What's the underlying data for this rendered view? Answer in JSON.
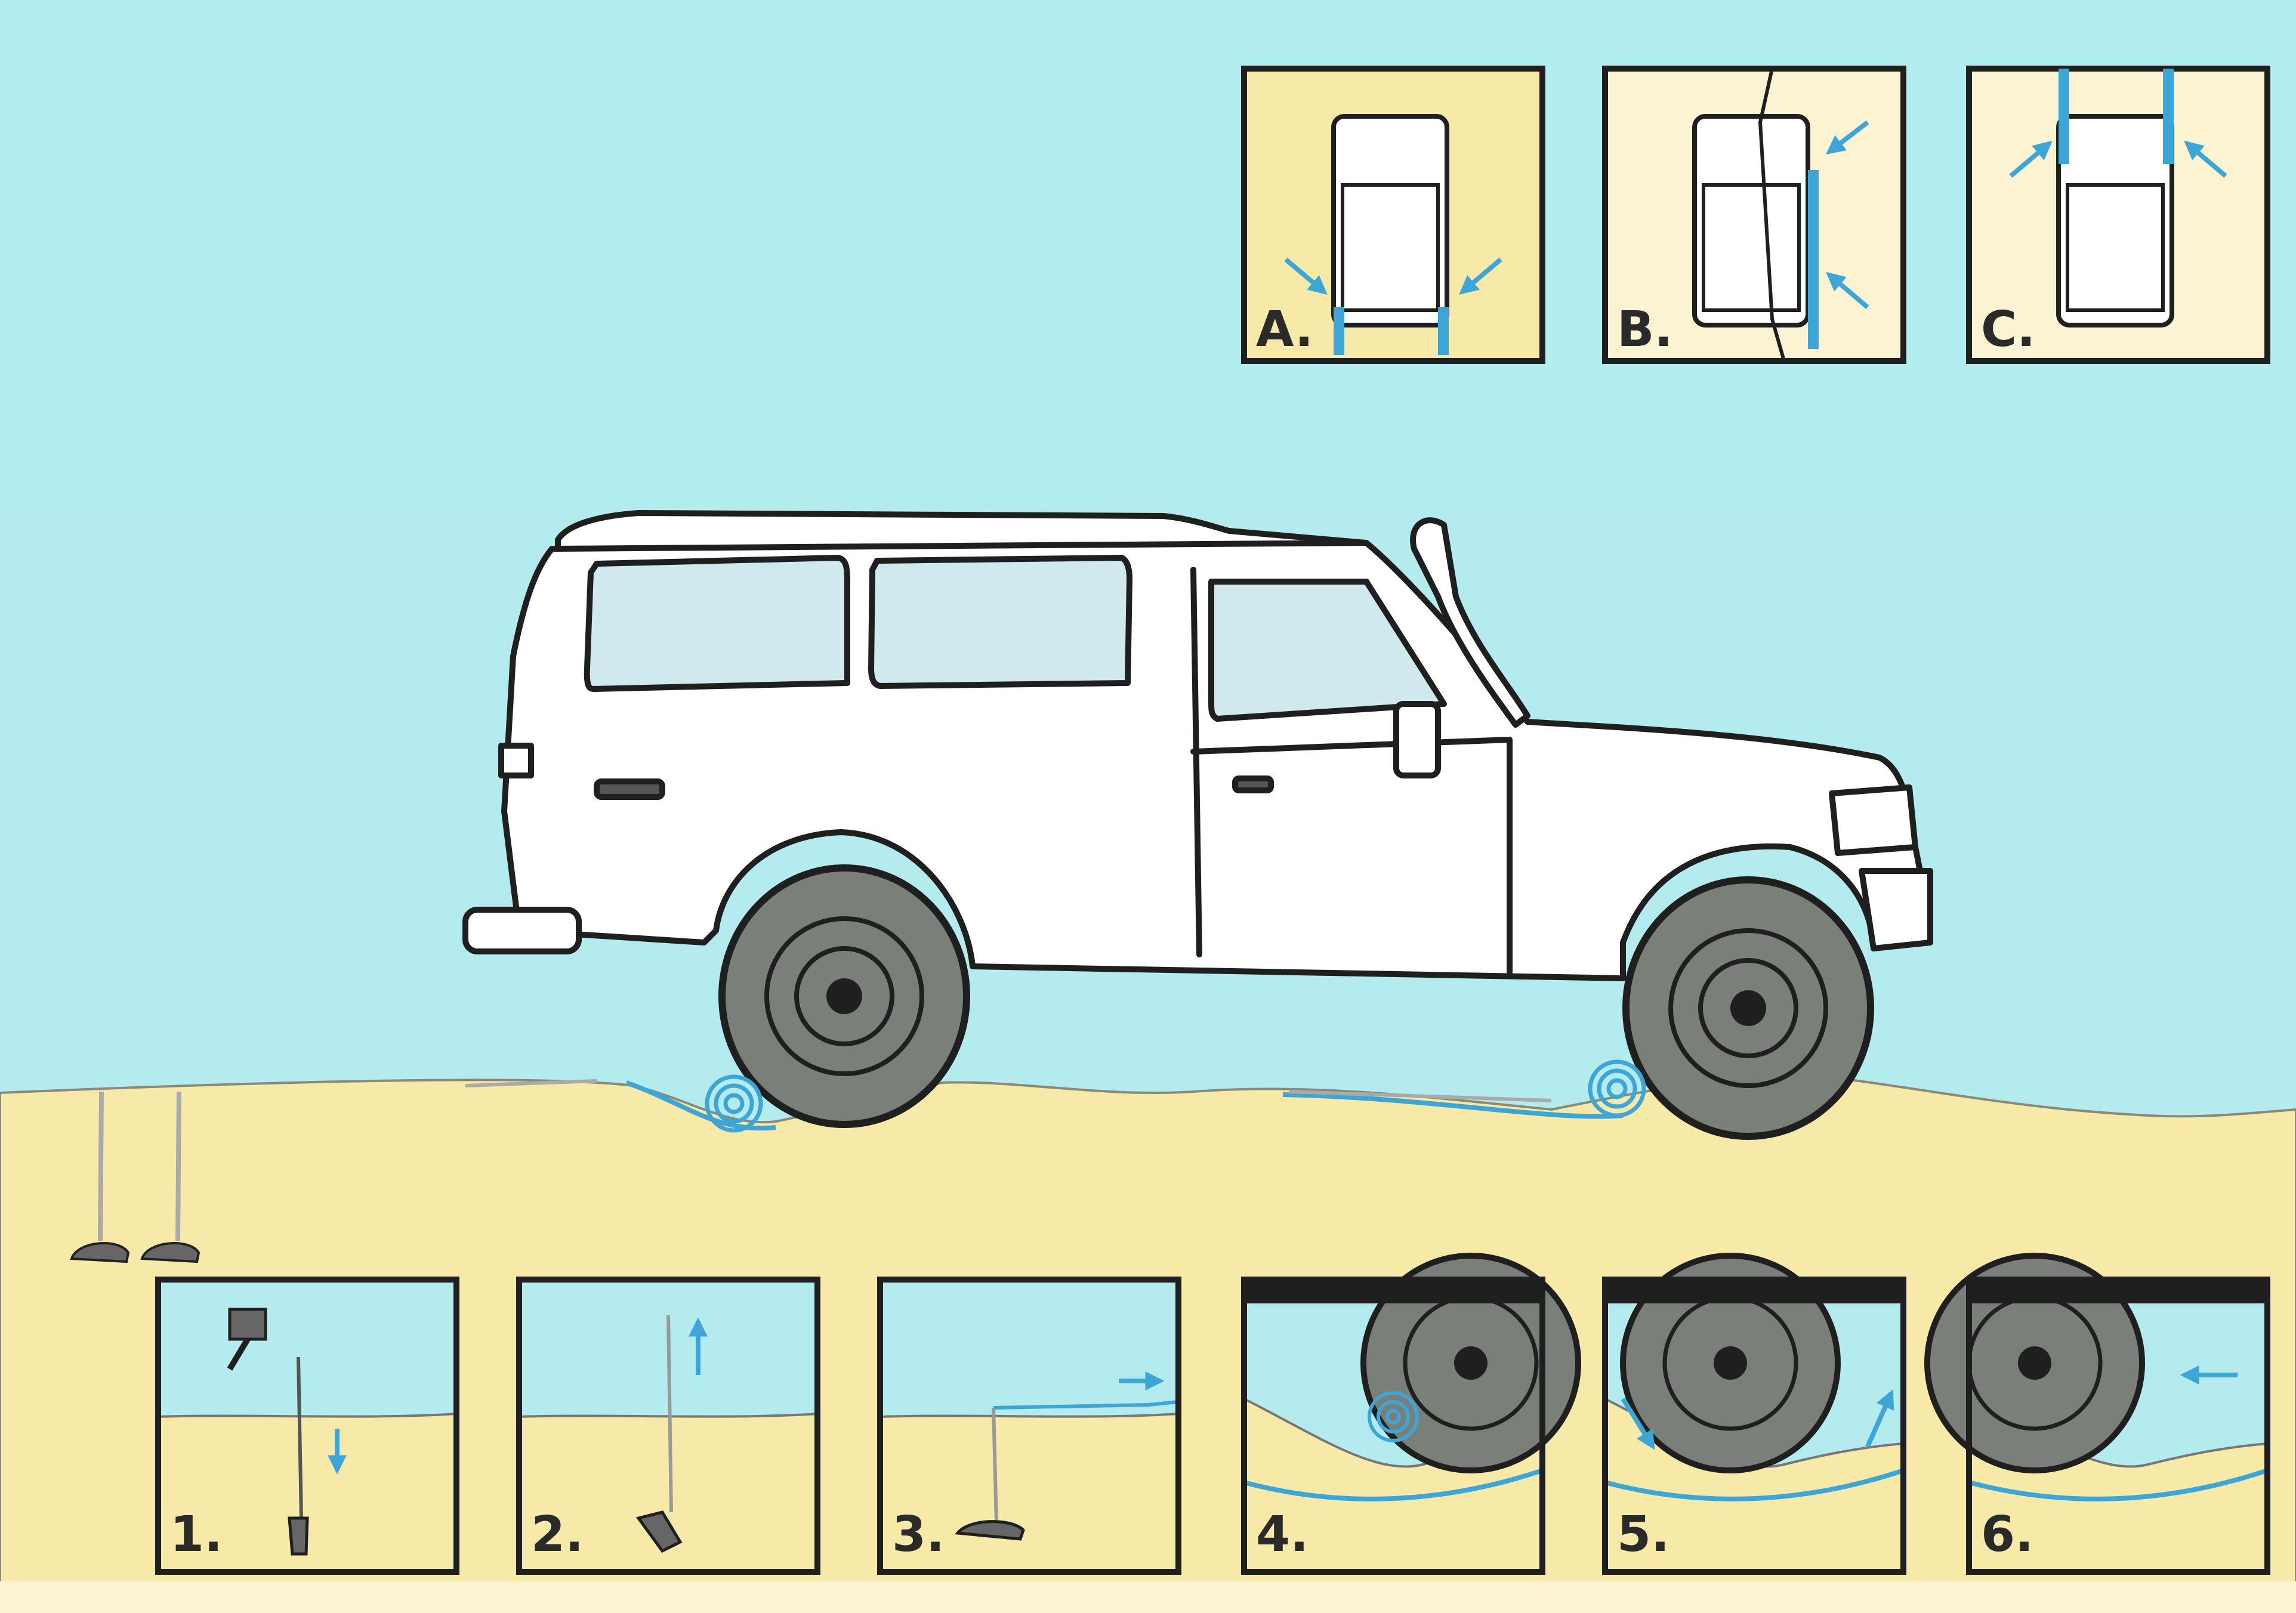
{
  "colors": {
    "sky": "#b3ebee",
    "sky_top": "#b2eef0",
    "sand": "#f7eaa9",
    "sand_light": "#fbf3d2",
    "rope": "#3ea6d6",
    "tire": "#7a8079",
    "outline": "#1f1f1f",
    "car": "#ffffff"
  },
  "top_panels": [
    {
      "label": "A."
    },
    {
      "label": "B."
    },
    {
      "label": "C."
    }
  ],
  "steps": [
    {
      "label": "1."
    },
    {
      "label": "2."
    },
    {
      "label": "3."
    },
    {
      "label": "4."
    },
    {
      "label": "5."
    },
    {
      "label": "6."
    }
  ]
}
